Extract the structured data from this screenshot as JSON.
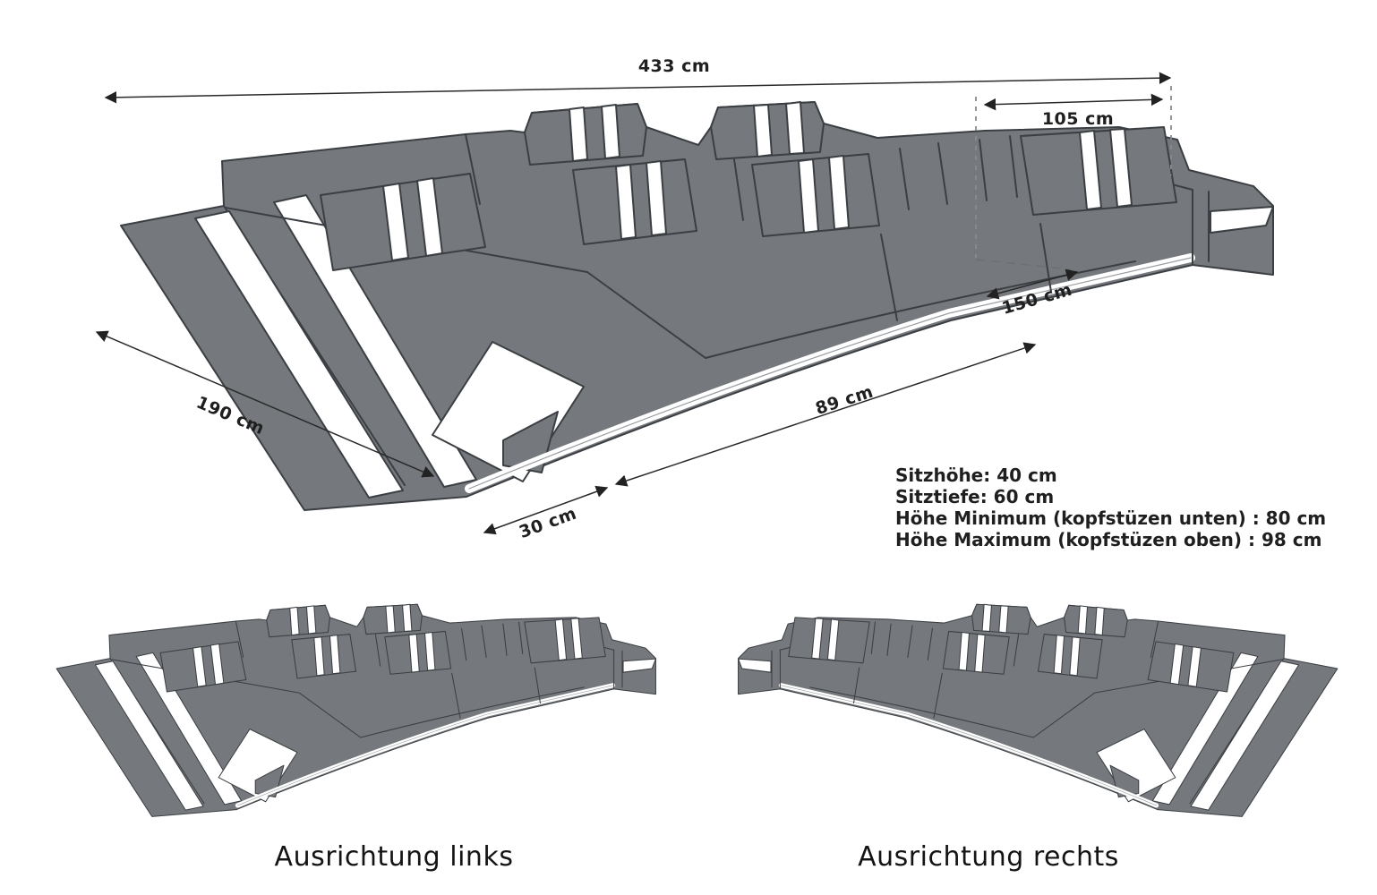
{
  "page": {
    "background": "#ffffff"
  },
  "sofa": {
    "description": "U-shaped sectional sofa line drawing",
    "colors": {
      "body_gray": "#75797d",
      "outline": "#3b3f43",
      "stripe_white": "#ffffff"
    }
  },
  "dimensions": {
    "total_width": {
      "label": "433 cm"
    },
    "right_segment": {
      "label": "105 cm"
    },
    "chaise_return": {
      "label": "150 cm"
    },
    "left_depth": {
      "label": "190 cm"
    },
    "front_edge": {
      "label": "89 cm"
    },
    "front_corner": {
      "label": "30 cm"
    }
  },
  "specs": {
    "line1": "Sitzhöhe: 40 cm",
    "line2": "Sitztiefe: 60 cm",
    "line3": "Höhe Minimum (kopfstüzen unten) : 80 cm",
    "line4": "Höhe Maximum (kopfstüzen oben) : 98 cm"
  },
  "variants": {
    "left": {
      "caption": "Ausrichtung links"
    },
    "right": {
      "caption": "Ausrichtung rechts"
    }
  }
}
